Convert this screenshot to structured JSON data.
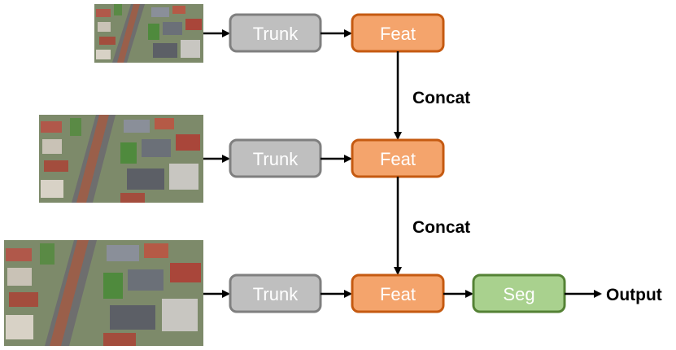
{
  "diagram": {
    "rows": [
      {
        "trunk_label": "Trunk",
        "feat_label": "Feat"
      },
      {
        "trunk_label": "Trunk",
        "feat_label": "Feat"
      },
      {
        "trunk_label": "Trunk",
        "feat_label": "Feat"
      }
    ],
    "concat_labels": [
      "Concat",
      "Concat"
    ],
    "seg_label": "Seg",
    "output_label": "Output"
  },
  "colors": {
    "trunk_fill": "#bfbfbf",
    "trunk_stroke": "#7f7f7f",
    "feat_fill": "#f4a46c",
    "feat_stroke": "#c55a11",
    "seg_fill": "#a9d18e",
    "seg_stroke": "#548235",
    "arrow": "#000000"
  },
  "images": [
    {
      "semantic": "aerial-photo-small"
    },
    {
      "semantic": "aerial-photo-medium"
    },
    {
      "semantic": "aerial-photo-large"
    }
  ]
}
